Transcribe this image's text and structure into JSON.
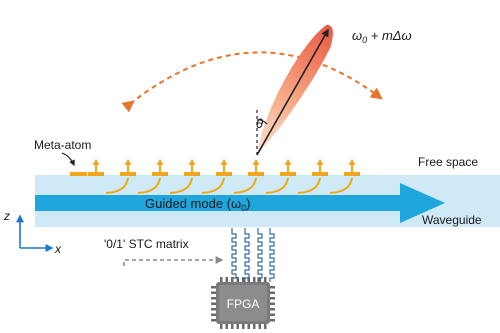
{
  "labels": {
    "meta_atom": "Meta-atom",
    "free_space": "Free space",
    "guided_mode": "Guided mode (ω",
    "guided_mode_sub": "0",
    "guided_mode_close": ")",
    "waveguide": "Waveguide",
    "stc_matrix": "'0/1' STC matrix",
    "fpga": "FPGA",
    "theta": "θ",
    "axis_z": "z",
    "axis_x": "x",
    "beam_omega": "ω",
    "beam_sub": "0",
    "beam_rest": " + mΔω"
  },
  "colors": {
    "waveguide_fill": "#cfe9f7",
    "guided_arrow": "#1fa6dc",
    "meta_atom": "#f2a61f",
    "beam": "#e8573a",
    "scan_arc": "#e8732c",
    "axes": "#1f77d4",
    "wires": "#2f6fa8",
    "chip": "#7a7a7a"
  },
  "icons": {
    "fpga_chip": "chip-icon"
  }
}
